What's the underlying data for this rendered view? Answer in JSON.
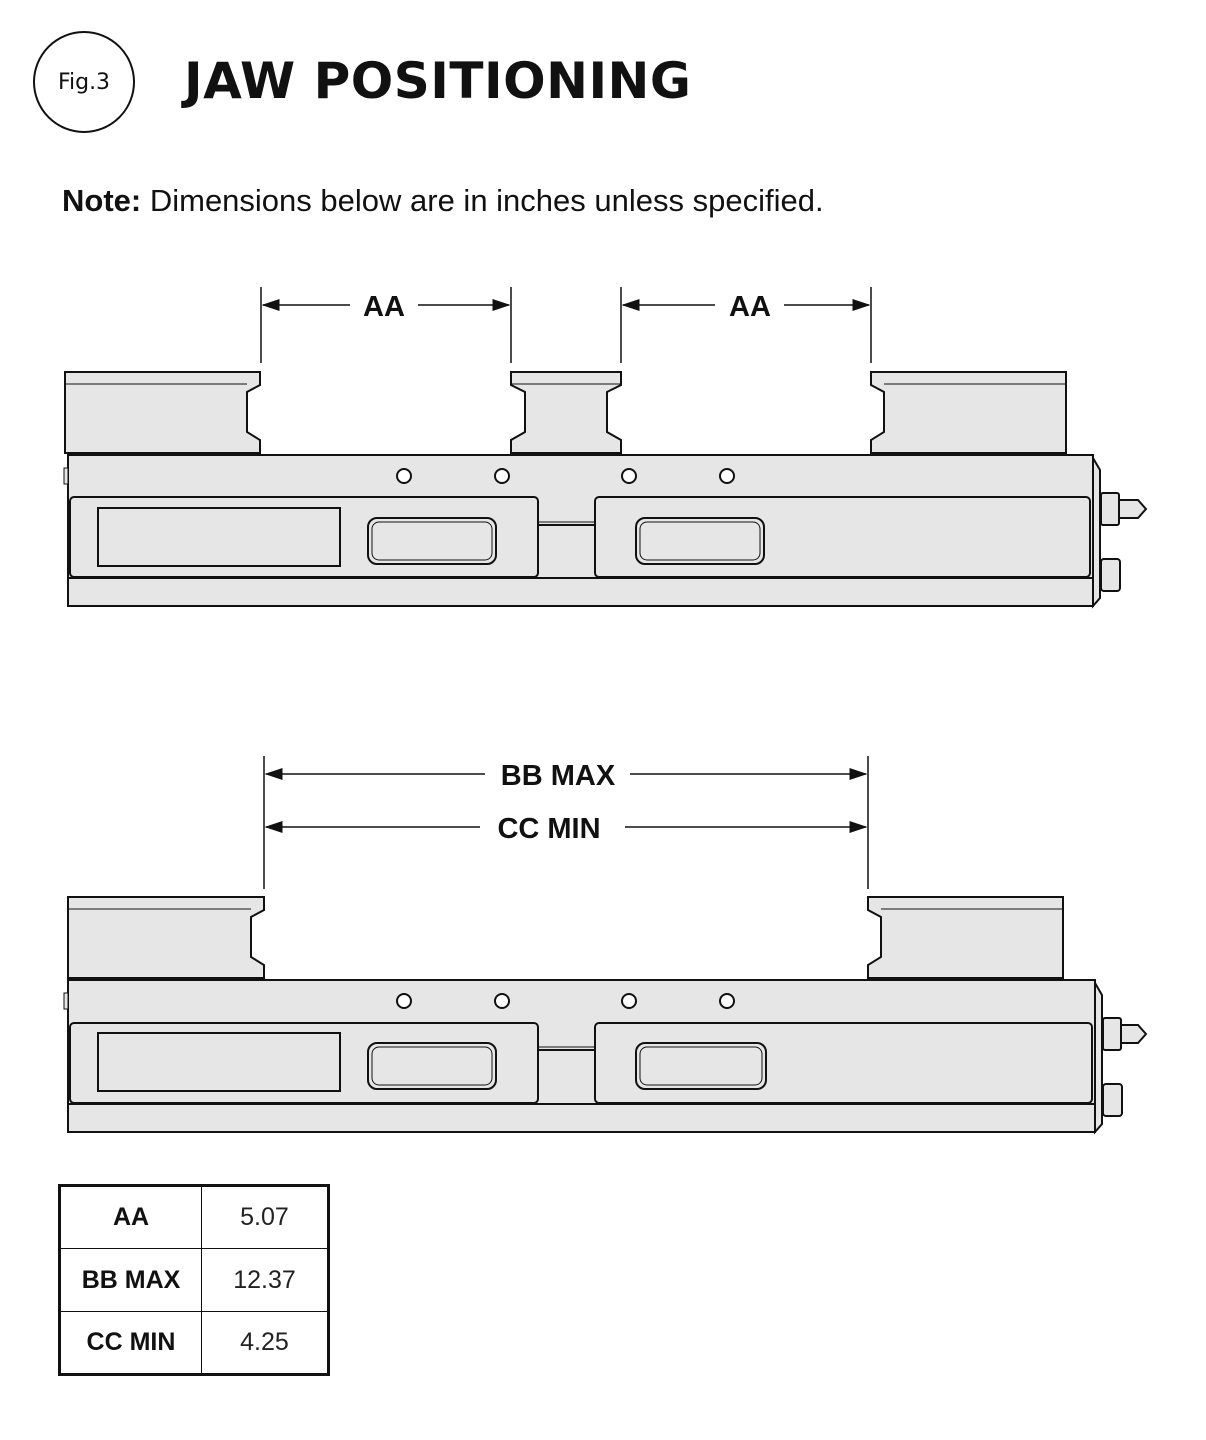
{
  "header": {
    "figure_badge": "Fig.3",
    "title": "JAW POSITIONING"
  },
  "note": {
    "label": "Note:",
    "text": "Dimensions below are in inches unless specified."
  },
  "diagram_top": {
    "dimension_labels": [
      "AA",
      "AA"
    ]
  },
  "diagram_bottom": {
    "dimension_labels": [
      "BB MAX",
      "CC MIN"
    ]
  },
  "dimension_table": [
    {
      "name": "AA",
      "value": "5.07"
    },
    {
      "name": "BB MAX",
      "value": "12.37"
    },
    {
      "name": "CC MIN",
      "value": "4.25"
    }
  ],
  "colors": {
    "part_fill": "#e6e6e6",
    "line": "#111111"
  }
}
